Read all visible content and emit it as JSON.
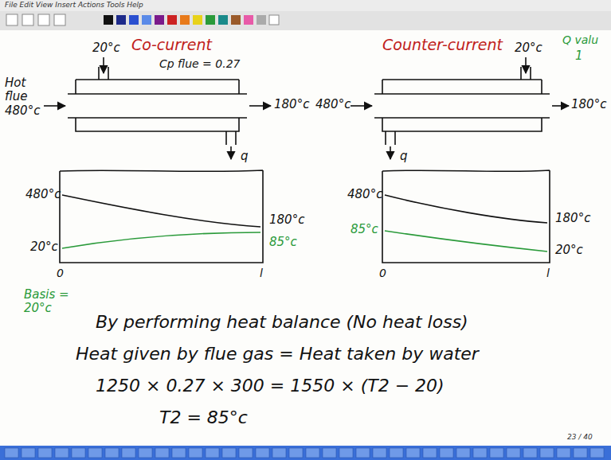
{
  "diagram": {
    "labels": [
      "File Edit View Insert Actions Tools Help",
      "20°c",
      "Co-current",
      "Cp flue = 0.27",
      "Hot flue 480°c",
      "180°c",
      "q",
      "Counter-current",
      "Q valu",
      "1",
      "20°c",
      "480°c",
      "180°c",
      "q",
      "480°c",
      "20°c",
      "180°c",
      "85°c",
      "0",
      "l",
      "480°c",
      "85°c",
      "180°c",
      "20°c",
      "0",
      "l",
      "Basis = 20°c",
      "By performing heat balance (No heat loss)",
      "Heat given by flue gas = Heat taken by water",
      "1250 × 0.27 × 300 = 1550 × (T2 − 20)",
      "T2 = 85°c",
      "23 / 40"
    ]
  }
}
